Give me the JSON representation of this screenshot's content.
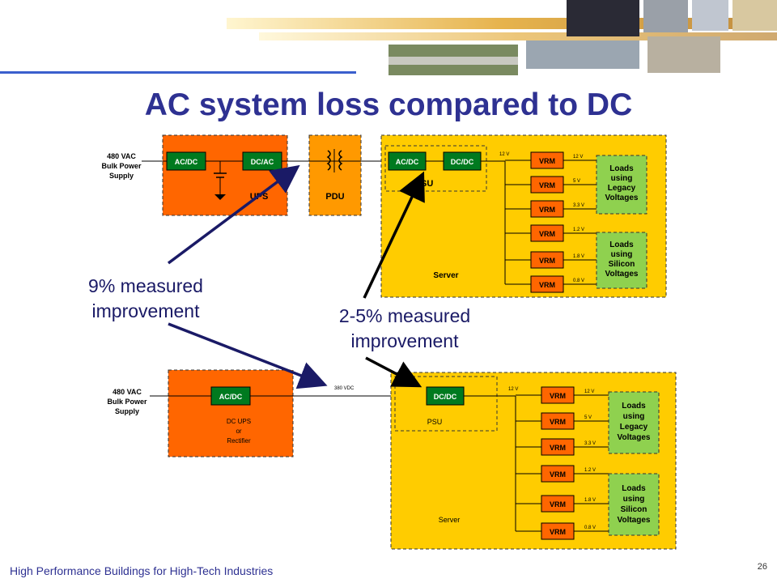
{
  "slide": {
    "title": "AC system loss compared to DC",
    "footer": "High Performance Buildings for High-Tech Industries",
    "page_number": "26"
  },
  "callouts": {
    "ac_improvement": [
      "9% measured",
      "improvement"
    ],
    "dc_improvement": [
      "2-5% measured",
      "improvement"
    ]
  },
  "ac_system": {
    "supply_label": [
      "480 VAC",
      "Bulk Power",
      "Supply"
    ],
    "ups": {
      "label": "UPS",
      "acdc": "AC/DC",
      "dcac": "DC/AC"
    },
    "pdu": {
      "label": "PDU"
    },
    "psu": {
      "label": "PSU",
      "acdc": "AC/DC",
      "dcdc": "DC/DC"
    },
    "server_label": "Server",
    "bus_voltage": "12 V",
    "vrm_label": "VRM",
    "vrm_voltages": [
      "12 V",
      "5 V",
      "3.3 V",
      "1.2 V",
      "1.8 V",
      "0.8 V"
    ],
    "loads_legacy": [
      "Loads",
      "using",
      "Legacy",
      "Voltages"
    ],
    "loads_silicon": [
      "Loads",
      "using",
      "Silicon",
      "Voltages"
    ]
  },
  "dc_system": {
    "supply_label": [
      "480 VAC",
      "Bulk Power",
      "Supply"
    ],
    "ups": {
      "label_lines": [
        "DC UPS",
        "or",
        "Rectifier"
      ],
      "acdc": "AC/DC"
    },
    "dc_bus": "380 VDC",
    "psu": {
      "label": "PSU",
      "dcdc": "DC/DC"
    },
    "server_label": "Server",
    "bus_voltage": "12 V",
    "vrm_label": "VRM",
    "vrm_voltages": [
      "12 V",
      "5 V",
      "3.3 V",
      "1.2 V",
      "1.8 V",
      "0.8 V"
    ],
    "loads_legacy": [
      "Loads",
      "using",
      "Legacy",
      "Voltages"
    ],
    "loads_silicon": [
      "Loads",
      "using",
      "Silicon",
      "Voltages"
    ]
  },
  "colors": {
    "title": "#2e3192",
    "ups_fill": "#ff6600",
    "pdu_fill": "#ff9900",
    "server_fill": "#ffcc00",
    "converter_fill": "#007a1f",
    "vrm_fill": "#ff6600",
    "loads_fill": "#8fd14f"
  }
}
